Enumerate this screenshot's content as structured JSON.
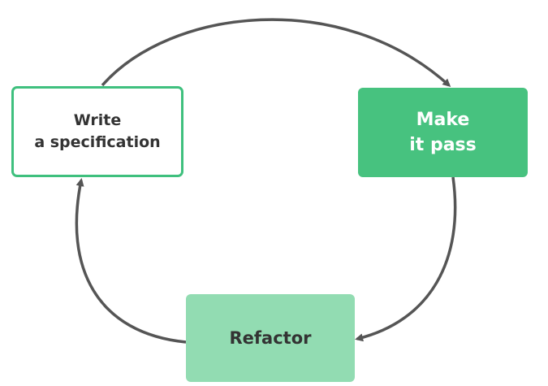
{
  "diagram": {
    "nodes": {
      "write": {
        "line1": "Write",
        "line2": "a specification"
      },
      "make": {
        "line1": "Make",
        "line2": "it pass"
      },
      "refactor": {
        "label": "Refactor"
      }
    },
    "edges": [
      {
        "from": "write",
        "to": "make"
      },
      {
        "from": "make",
        "to": "refactor"
      },
      {
        "from": "refactor",
        "to": "write"
      }
    ],
    "colors": {
      "accent_border": "#3fc07e",
      "make_fill": "#47c27f",
      "refactor_fill": "#92dcb2",
      "arrow": "#555555",
      "dark_text": "#333333"
    }
  }
}
